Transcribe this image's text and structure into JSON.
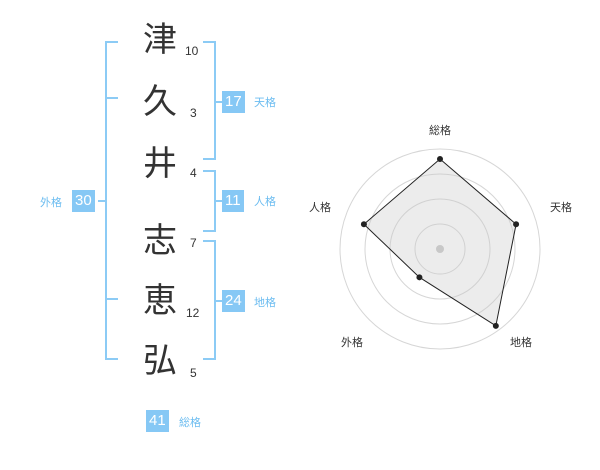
{
  "colors": {
    "bracket": "#8ccbf5",
    "value_bg": "#86c8f5",
    "label": "#6bbcf0",
    "text": "#333333"
  },
  "surname": [
    {
      "char": "津",
      "strokes": "10"
    },
    {
      "char": "久",
      "strokes": "3"
    },
    {
      "char": "井",
      "strokes": "4"
    }
  ],
  "given_name": [
    {
      "char": "志",
      "strokes": "7"
    },
    {
      "char": "恵",
      "strokes": "12"
    },
    {
      "char": "弘",
      "strokes": "5"
    }
  ],
  "fortunes": {
    "tenkaku": {
      "value": "17",
      "label": "天格"
    },
    "jinkaku": {
      "value": "11",
      "label": "人格"
    },
    "chikaku": {
      "value": "24",
      "label": "地格"
    },
    "gaikaku": {
      "value": "30",
      "label": "外格"
    },
    "soukaku": {
      "value": "41",
      "label": "総格"
    }
  },
  "chart_data": {
    "type": "radar",
    "axes": [
      "総格",
      "天格",
      "地格",
      "外格",
      "人格"
    ],
    "values": [
      0.9,
      0.8,
      0.95,
      0.35,
      0.8
    ],
    "rings": 4
  }
}
